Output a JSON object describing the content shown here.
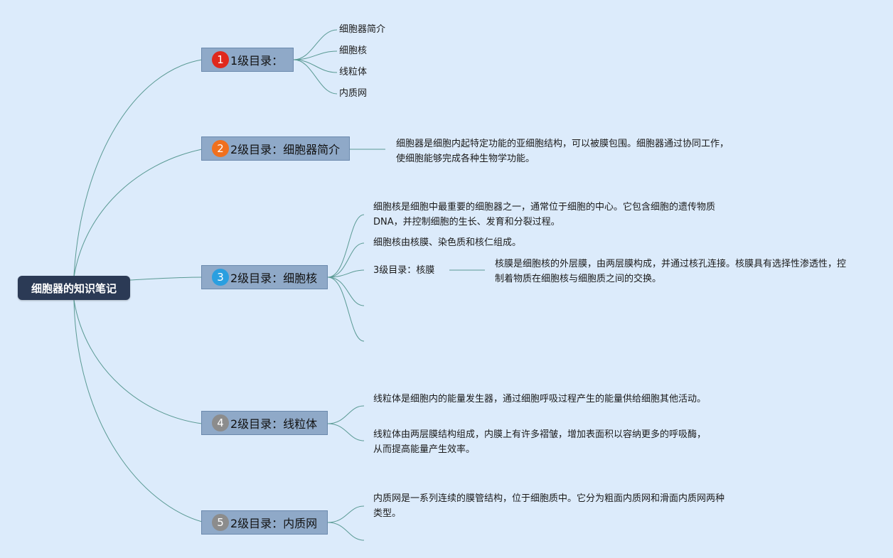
{
  "colors": {
    "background": "#dcebfb",
    "root": "#2b3a55",
    "topic": "#8fa9c8",
    "line": "#5a9a94",
    "badges": [
      "#e0281c",
      "#f0701e",
      "#2a9fe0",
      "#8c8c8c",
      "#8c8c8c"
    ]
  },
  "root": {
    "label": "细胞器的知识笔记"
  },
  "topics": [
    {
      "number": "1",
      "label": "1级目录："
    },
    {
      "number": "2",
      "label": "2级目录：细胞器简介"
    },
    {
      "number": "3",
      "label": "2级目录：细胞核"
    },
    {
      "number": "4",
      "label": "2级目录：线粒体"
    },
    {
      "number": "5",
      "label": "2级目录：内质网"
    }
  ],
  "topic1_items": [
    "细胞器简介",
    "细胞核",
    "线粒体",
    "内质网"
  ],
  "topic2_note": "细胞器是细胞内起特定功能的亚细胞结构，可以被膜包围。细胞器通过协同工作，使细胞能够完成各种生物学功能。",
  "topic3_notes": [
    "细胞核是细胞中最重要的细胞器之一，通常位于细胞的中心。它包含细胞的遗传物质DNA，并控制细胞的生长、发育和分裂过程。",
    "细胞核由核膜、染色质和核仁组成。"
  ],
  "topic3_sub": {
    "label": "3级目录：核膜",
    "note": "核膜是细胞核的外层膜，由两层膜构成，并通过核孔连接。核膜具有选择性渗透性，控制着物质在细胞核与细胞质之间的交换。"
  },
  "topic4_notes": [
    "线粒体是细胞内的能量发生器，通过细胞呼吸过程产生的能量供给细胞其他活动。",
    "线粒体由两层膜结构组成，内膜上有许多褶皱，增加表面积以容纳更多的呼吸酶，从而提高能量产生效率。"
  ],
  "topic5_notes": [
    "内质网是一系列连续的膜管结构，位于细胞质中。它分为粗面内质网和滑面内质网两种类型。"
  ]
}
